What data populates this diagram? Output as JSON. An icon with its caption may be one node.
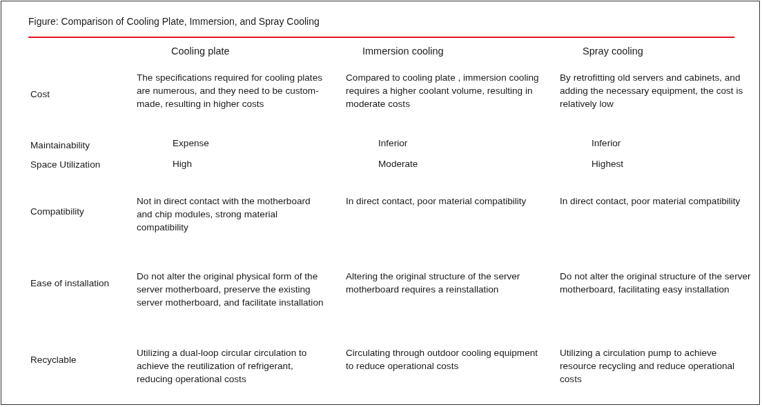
{
  "diagram": {
    "title": "Figure: Comparison of Cooling Plate, Immersion, and Spray Cooling",
    "labels": [
      "Cooling plate",
      "Immersion cooling",
      "Spray cooling",
      "Cost",
      "The specifications required for cooling plates are numerous, and they need to be custom-made, resulting in higher costs",
      "Compared to cooling plate , immersion cooling requires a higher coolant volume, resulting in moderate costs",
      "By retrofitting old servers and cabinets, and adding the necessary equipment, the cost is relatively low",
      "Maintainability",
      "Expense",
      "Inferior",
      "Inferior",
      "Space Utilization",
      "High",
      "Moderate",
      "Highest",
      "Compatibility",
      "Not in direct contact with the motherboard and chip modules, strong material compatibility",
      "In direct contact, poor material compatibility",
      "In direct contact, poor material compatibility",
      "Ease of installation",
      "Do not alter the original physical form of the server motherboard, preserve the existing server motherboard, and facilitate installation",
      "Altering the original structure of the server motherboard requires a reinstallation",
      "Do not alter the original structure of the server motherboard, facilitating easy installation",
      "Recyclable",
      "Utilizing a dual-loop circular circulation to achieve the reutilization of refrigerant, reducing operational costs",
      "Circulating through outdoor cooling equipment to reduce operational costs",
      "Utilizing a circulation pump to achieve resource recycling and reduce operational costs"
    ]
  }
}
